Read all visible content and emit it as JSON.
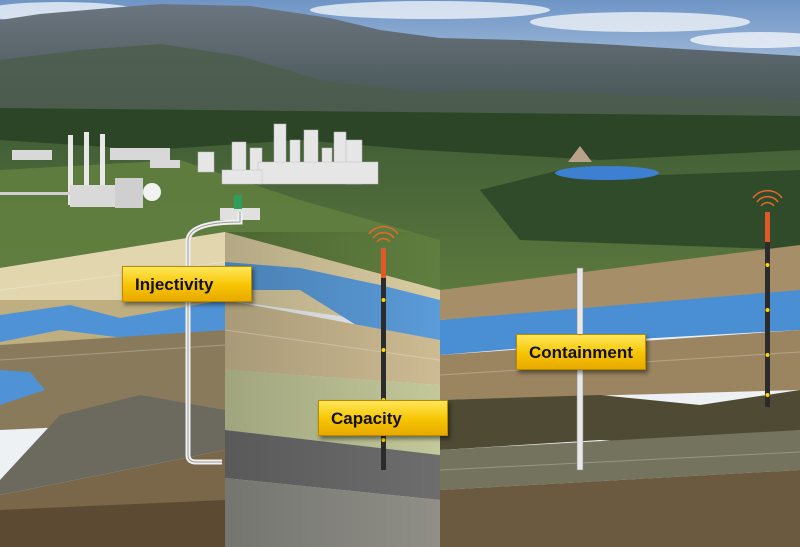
{
  "callouts": {
    "injectivity": "Injectivity",
    "capacity": "Capacity",
    "containment": "Containment"
  },
  "colors": {
    "sky": "#8fb3d9",
    "mountain": "#4f5a66",
    "forest": "#2f4a2a",
    "grass": "#6f8c4a",
    "lake": "#3d7fd0",
    "aquifer": "#4f93d6",
    "sandstone": "#d9c9a1",
    "shale": "#7a6a52",
    "caprock": "#5a5a5a",
    "reservoir": "#a7b48a",
    "label": "#f6c400"
  },
  "icons": [
    "power-plant-icon",
    "city-buildings-icon",
    "well-pipe-icon",
    "monitoring-well-icon",
    "signal-beacon-icon"
  ]
}
